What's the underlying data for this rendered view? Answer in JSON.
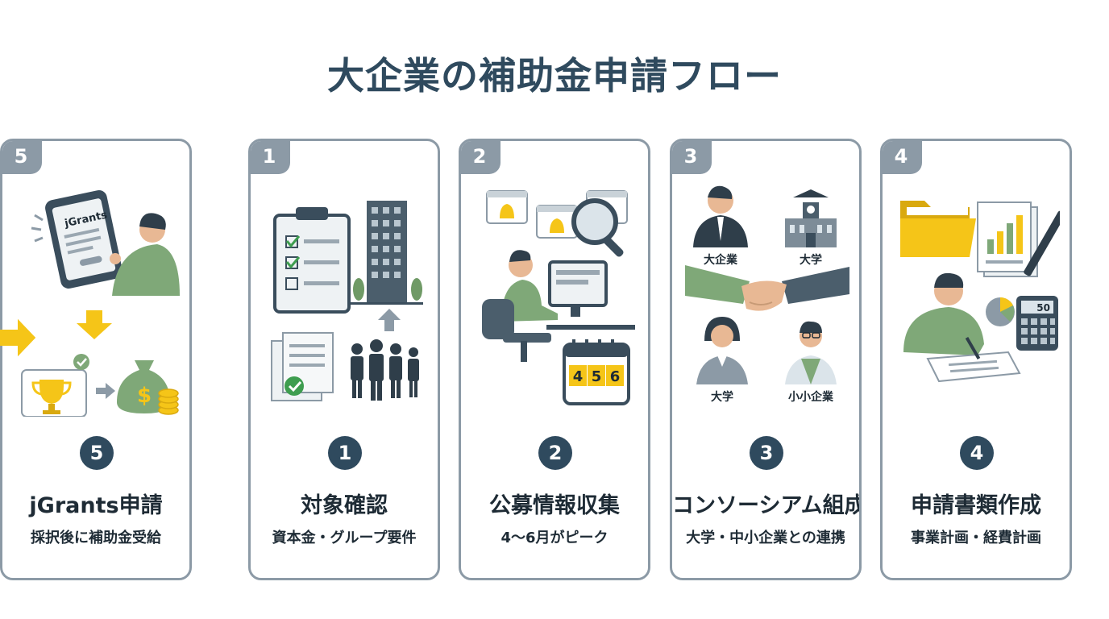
{
  "title": "大企業の補助金申請フロー",
  "colors": {
    "accent": "#2f4a5e",
    "border": "#8c9aa6",
    "arrow": "#f5c518",
    "green": "#7fa878"
  },
  "steps": [
    {
      "tab": "1",
      "num": "1",
      "title": "対象確認",
      "sub": "資本金・グループ要件"
    },
    {
      "tab": "2",
      "num": "2",
      "title": "公募情報収集",
      "sub": "4〜6月がピーク",
      "calendar": [
        "4",
        "5",
        "6"
      ]
    },
    {
      "tab": "3",
      "num": "3",
      "title": "コンソーシアム組成",
      "sub": "大学・中小企業との連携",
      "labels": {
        "large": "大企業",
        "univ_building": "大学",
        "univ_person": "大学",
        "sme": "小小企業"
      }
    },
    {
      "tab": "4",
      "num": "4",
      "title": "申請書類作成",
      "sub": "事業計画・経費計画",
      "calc_display": "50"
    },
    {
      "tab": "5",
      "num": "5",
      "title": "jGrants申請",
      "sub": "採択後に補助金受給",
      "tablet_label": "jGrants"
    }
  ],
  "icons": {
    "step1": [
      "checklist-clipboard-icon",
      "office-building-icon",
      "up-arrow-icon",
      "documents-check-icon",
      "business-people-icon"
    ],
    "step2": [
      "notification-bell-icon",
      "magnifier-icon",
      "person-at-computer-icon",
      "calendar-icon"
    ],
    "step3": [
      "businessman-icon",
      "university-building-icon",
      "handshake-icon",
      "woman-icon",
      "sme-worker-icon"
    ],
    "step4": [
      "folder-icon",
      "report-chart-icon",
      "pen-icon",
      "person-writing-icon",
      "pie-chart-icon",
      "calculator-icon"
    ],
    "step5": [
      "tablet-icon",
      "person-icon",
      "down-arrow-icon",
      "trophy-icon",
      "thumbs-up-icon",
      "money-bag-icon",
      "coins-icon"
    ]
  }
}
